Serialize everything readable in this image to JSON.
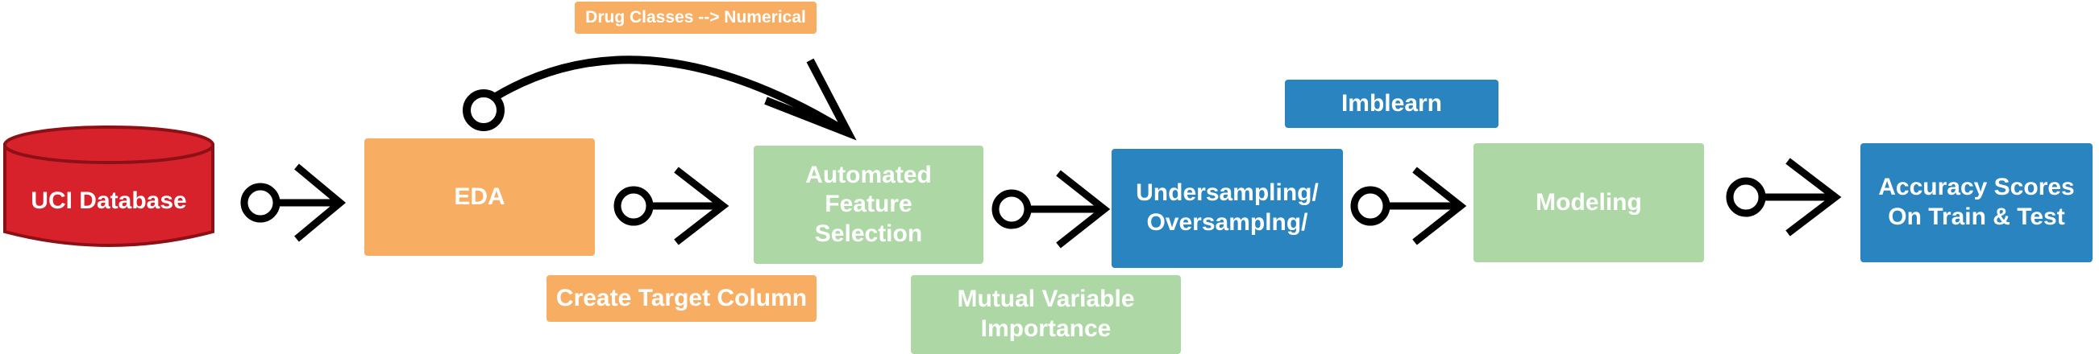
{
  "colors": {
    "orange": "#f8ae62",
    "green": "#add8a5",
    "blue": "#2a84bf",
    "red": "#d8222b",
    "dark_red": "#8e1017",
    "arrow": "#000000",
    "text": "#ffffff"
  },
  "nodes": {
    "database": "UCI Database",
    "eda": "EDA",
    "feature_selection": "Automated\nFeature\nSelection",
    "sampling": "Undersampling/\nOversamplng/",
    "modeling": "Modeling",
    "accuracy": "Accuracy Scores\nOn Train & Test"
  },
  "annotations": {
    "drug_classes": "Drug Classes --> Numerical",
    "create_target": "Create Target Column",
    "mutual_importance": "Mutual Variable\nImportance",
    "imblearn": "Imblearn"
  },
  "icons": [
    "database-cylinder-icon",
    "connector-arrow-icon",
    "curved-arrow-icon"
  ]
}
